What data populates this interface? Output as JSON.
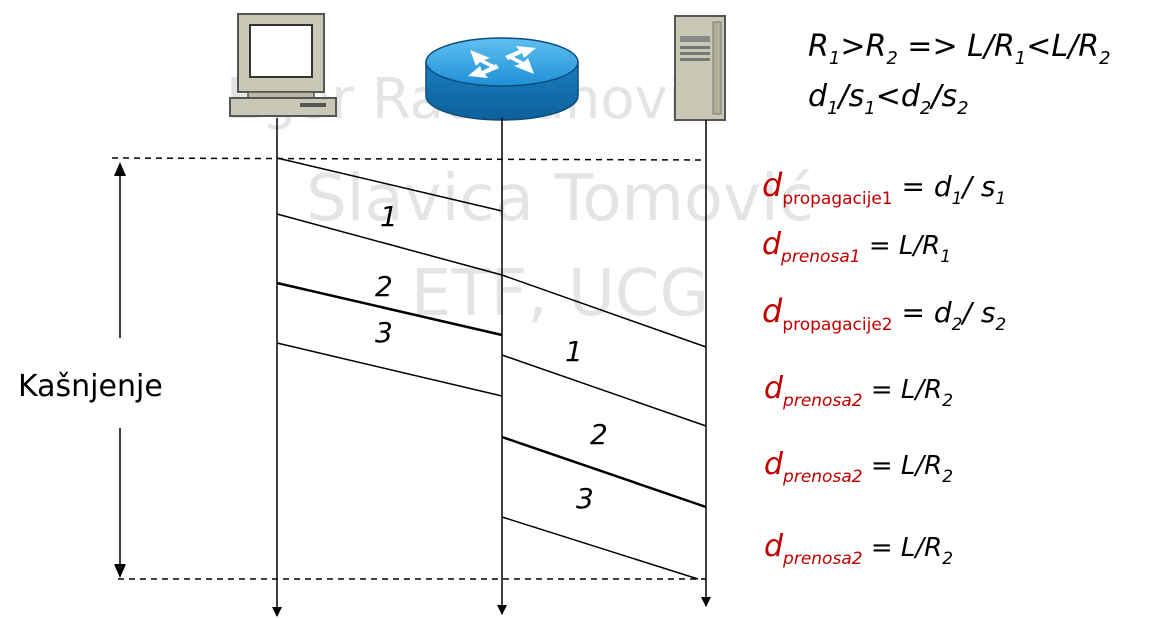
{
  "watermark": {
    "line1": "Egor Radulanović",
    "line2": "Slavica Tomović",
    "line3": "ETF, UCG"
  },
  "left_label": "Kašnjenje",
  "header": {
    "line1": {
      "a": "R",
      "a_sub": "1",
      "op1": ">",
      "b": "R",
      "b_sub": "2",
      "op2": " => L/",
      "c": "R",
      "c_sub": "1",
      "op3": "<L/",
      "d": "R",
      "d_sub": "2"
    },
    "line2": {
      "a": "d",
      "a_sub": "1",
      "sep1": "/",
      "b": "s",
      "b_sub": "1",
      "op": "<",
      "c": "d",
      "c_sub": "2",
      "sep2": "/",
      "d": "s",
      "d_sub": "2"
    }
  },
  "legend": [
    {
      "d": "d",
      "sub": "propagacije1",
      "eq": " = d",
      "rhs_sub": "1",
      "rhs": "/ s",
      "rhs_sub2": "1"
    },
    {
      "d": "d",
      "sub": "prenosa1",
      "eq": " = L/R",
      "rhs_sub": "1"
    },
    {
      "d": "d",
      "sub": "propagacije2",
      "eq": " = d",
      "rhs_sub": "2",
      "rhs": "/ s",
      "rhs_sub2": "2"
    },
    {
      "d": "d",
      "sub": "prenosa2",
      "eq": " = L/R",
      "rhs_sub": "2"
    },
    {
      "d": "d",
      "sub": "prenosa2",
      "eq": " = L/R",
      "rhs_sub": "2"
    },
    {
      "d": "d",
      "sub": "prenosa2",
      "eq": " = L/R",
      "rhs_sub": "2"
    }
  ],
  "packet_labels": {
    "link1": [
      "1",
      "2",
      "3"
    ],
    "link2": [
      "1",
      "2",
      "3"
    ]
  },
  "icons": [
    "computer-icon",
    "router-icon",
    "server-icon"
  ],
  "colors": {
    "accent_red": "#c00000",
    "router_blue": "#1f8fd6"
  }
}
